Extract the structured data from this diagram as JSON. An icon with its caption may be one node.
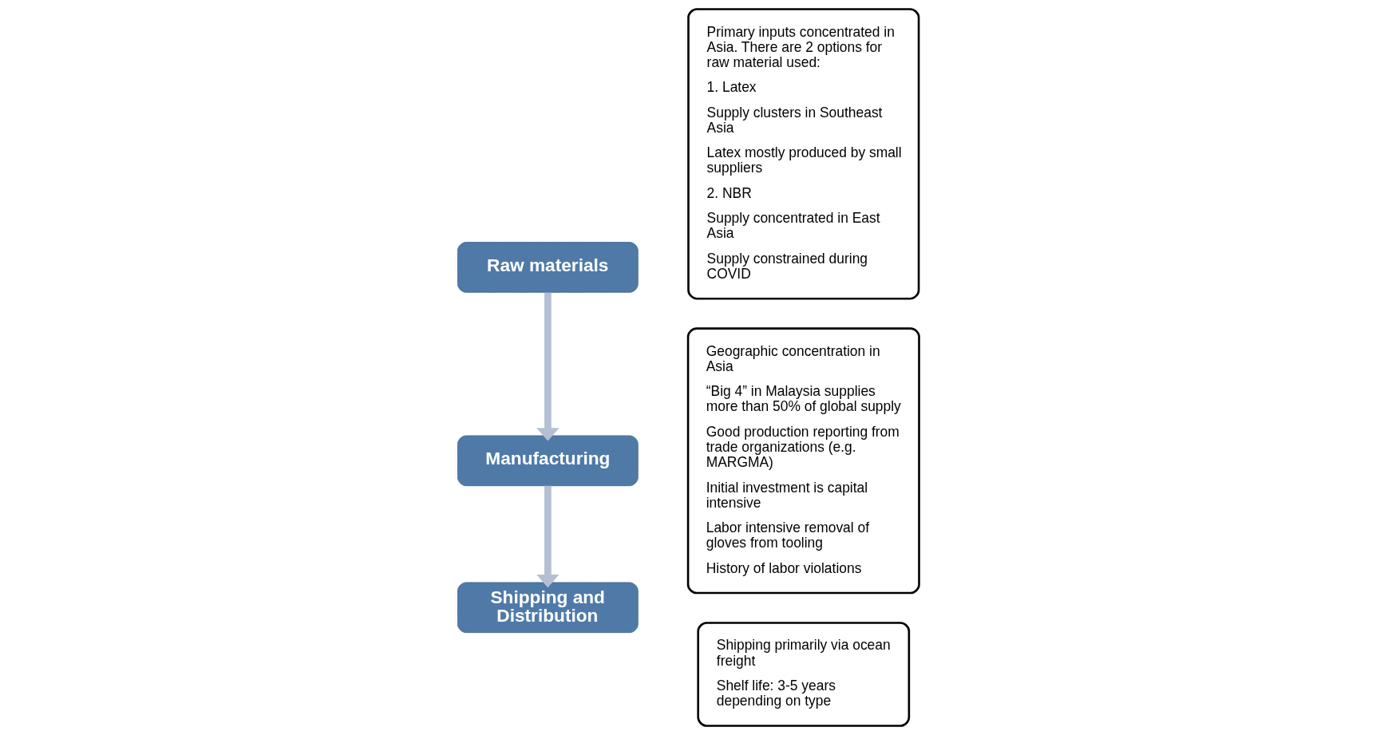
{
  "diagram": {
    "nodes": [
      {
        "text": [
          "Raw materials"
        ]
      },
      {
        "text": [
          "Manufacturing"
        ]
      },
      {
        "text": [
          "Shipping and Distribution"
        ]
      },
      {
        "text": [
          "Primary inputs concentrated in Asia. There are 2 options for raw material used:",
          "1. Latex",
          "Supply clusters in Southeast Asia",
          "Latex mostly produced by small suppliers",
          "2. NBR",
          "Supply concentrated in East Asia",
          "Supply constrained during COVID"
        ]
      },
      {
        "text": [
          "Geographic concentration in Asia",
          "“Big 4” in Malaysia supplies more than 50% of global supply",
          "Good production reporting from trade organizations (e.g. MARGMA)",
          "Initial investment is capital intensive",
          "Labor intensive removal of gloves from tooling",
          "History of labor violations"
        ]
      },
      {
        "text": [
          "Shipping primarily via ocean freight",
          "Shelf life: 3-5 years depending on type"
        ]
      }
    ],
    "edges": [
      {
        "from": 0,
        "to": 1,
        "arrow": "to"
      },
      {
        "from": 1,
        "to": 2,
        "arrow": "to"
      }
    ]
  }
}
